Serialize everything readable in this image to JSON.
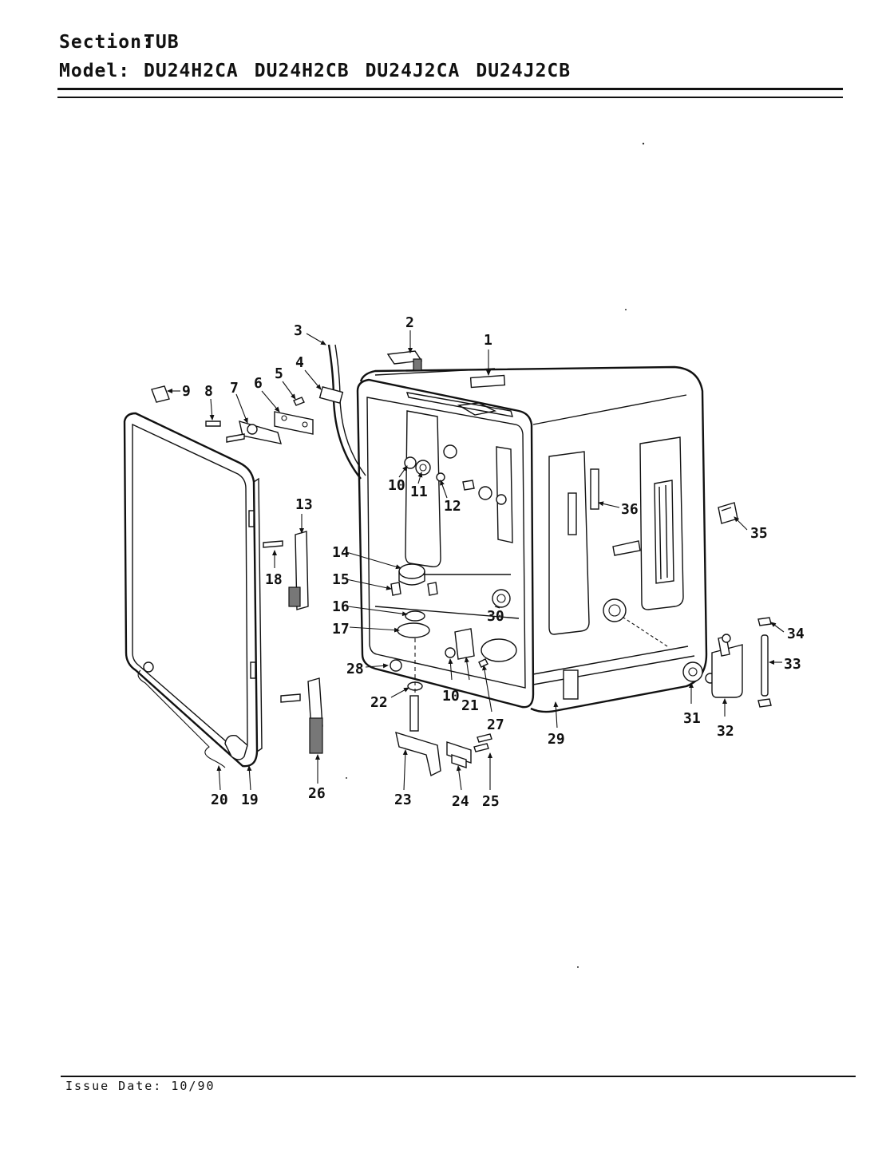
{
  "header": {
    "section_label": "Section:",
    "section_value": "TUB",
    "model_label": "Model:",
    "models": [
      "DU24H2CA",
      "DU24H2CB",
      "DU24J2CA",
      "DU24J2CB"
    ]
  },
  "footer": {
    "issue_date": "Issue Date: 10/90"
  },
  "callouts": [
    "1",
    "2",
    "3",
    "4",
    "5",
    "6",
    "7",
    "8",
    "9",
    "10",
    "11",
    "12",
    "13",
    "14",
    "15",
    "16",
    "17",
    "18",
    "19",
    "20",
    "21",
    "22",
    "23",
    "24",
    "25",
    "26",
    "27",
    "28",
    "29",
    "30",
    "31",
    "32",
    "33",
    "34",
    "35",
    "36",
    "10"
  ]
}
